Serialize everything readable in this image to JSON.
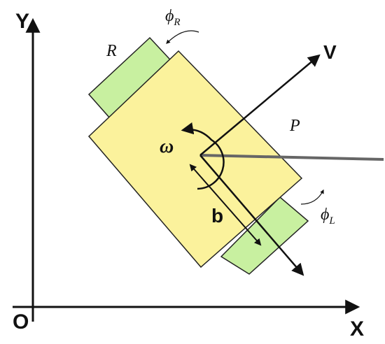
{
  "diagram": {
    "axes": {
      "x_label": "X",
      "y_label": "Y",
      "origin_label": "O"
    },
    "labels": {
      "right_wheel": "R",
      "point": "P",
      "velocity": "V",
      "angular_velocity": "ω",
      "wheel_base": "b",
      "phi_right": "ϕ",
      "phi_right_sub": "R",
      "phi_left": "ϕ",
      "phi_left_sub": "L"
    },
    "colors": {
      "body_fill": "#fbf29c",
      "wheel_fill": "#c8f0a0",
      "outline": "#222222",
      "pointer_line": "#666666"
    }
  }
}
